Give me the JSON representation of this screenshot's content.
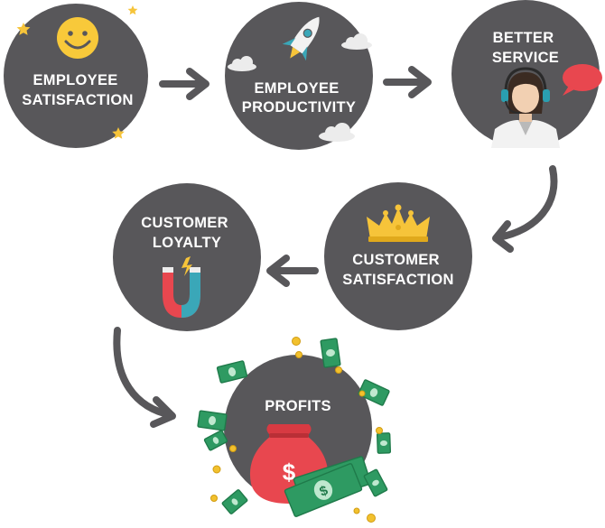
{
  "nodes": [
    {
      "id": "employee-satisfaction",
      "lines": [
        "EMPLOYEE",
        "SATISFACTION"
      ],
      "icon": "smiley-icon"
    },
    {
      "id": "employee-productivity",
      "lines": [
        "EMPLOYEE",
        "PRODUCTIVITY"
      ],
      "icon": "rocket-icon"
    },
    {
      "id": "better-service",
      "lines": [
        "BETTER",
        "SERVICE"
      ],
      "icon": "support-agent-icon"
    },
    {
      "id": "customer-satisfaction",
      "lines": [
        "CUSTOMER",
        "SATISFACTION"
      ],
      "icon": "crown-icon"
    },
    {
      "id": "customer-loyalty",
      "lines": [
        "CUSTOMER",
        "LOYALTY"
      ],
      "icon": "magnet-icon"
    },
    {
      "id": "profits",
      "lines": [
        "PROFITS"
      ],
      "icon": "money-bag-icon"
    }
  ],
  "colors": {
    "node": "#58575a",
    "text": "#ffffff",
    "money": "#2e9a62",
    "coin": "#f2c12e",
    "bag": "#e8474f",
    "star": "#f6c43a",
    "speech": "#e8474f"
  }
}
